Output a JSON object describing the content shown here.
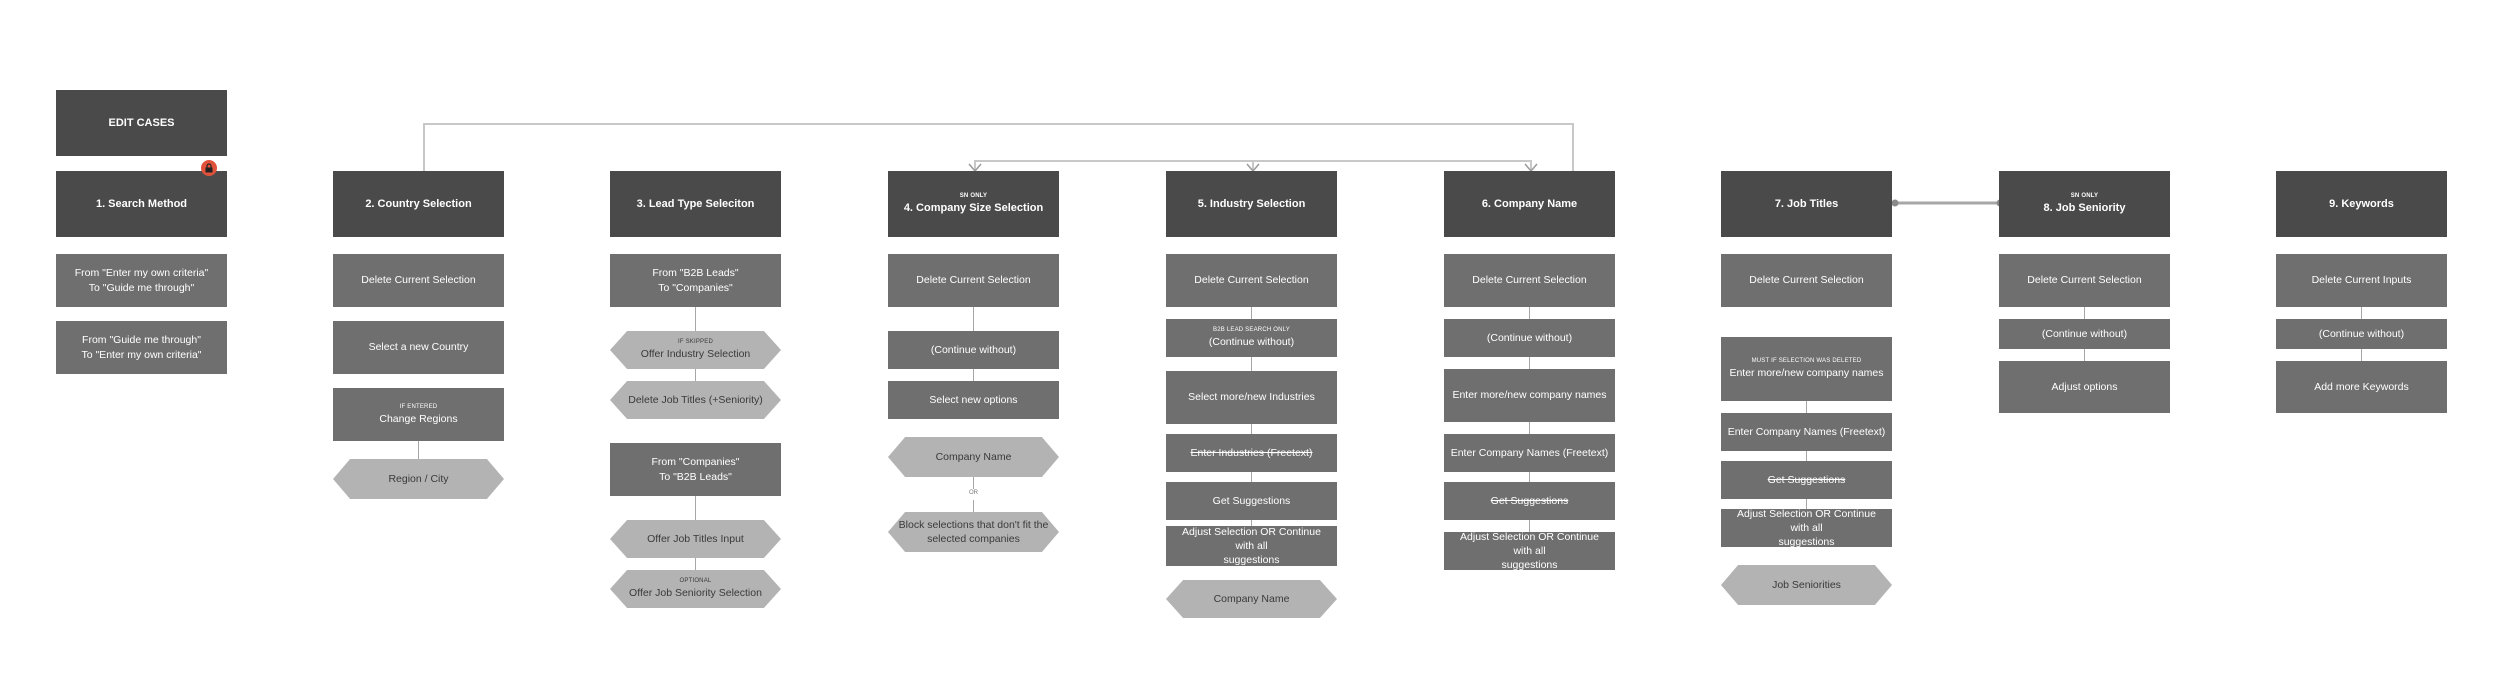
{
  "edit_cases": "EDIT CASES",
  "col1": {
    "title": "1. Search Method",
    "items": [
      "From \"Enter my own criteria\"\nTo \"Guide me through\"",
      "From \"Guide me through\"\nTo \"Enter my own criteria\""
    ]
  },
  "col2": {
    "title": "2. Country Selection",
    "items": [
      "Delete Current Selection",
      "Select a new Country",
      "Change Regions",
      "Region / City"
    ],
    "change_regions_tag": "IF ENTERED"
  },
  "col3": {
    "title": "3. Lead Type Seleciton",
    "items": [
      "From \"B2B Leads\"\nTo \"Companies\"",
      "Offer Industry Selection",
      "Delete Job Titles (+Seniority)",
      "From \"Companies\"\nTo \"B2B Leads\"",
      "Offer Job Titles Input",
      "Offer Job Seniority Selection"
    ],
    "industry_tag": "IF SKIPPED",
    "seniority_tag": "OPTIONAL"
  },
  "col4": {
    "title_tag": "SN ONLY",
    "title": "4. Company Size Selection",
    "items": [
      "Delete Current Selection",
      "(Continue without)",
      "Select new options",
      "Company Name",
      "Block selections that don't fit the\nselected companies"
    ],
    "or_label": "OR"
  },
  "col5": {
    "title": "5. Industry Selection",
    "items": [
      "Delete Current Selection",
      "(Continue without)",
      "Select more/new Industries",
      "Enter Industries (Freetext)",
      "Get Suggestions",
      "Adjust Selection OR Continue with all\nsuggestions",
      "Company Name"
    ],
    "continue_tag": "B2B LEAD SEARCH ONLY"
  },
  "col6": {
    "title": "6. Company Name",
    "items": [
      "Delete Current Selection",
      "(Continue without)",
      "Enter more/new company names",
      "Enter Company Names (Freetext)",
      "Get Suggestions",
      "Adjust Selection OR Continue with all\nsuggestions"
    ]
  },
  "col7": {
    "title": "7. Job Titles",
    "items": [
      "Delete Current Selection",
      "Enter more/new company names",
      "Enter Company Names (Freetext)",
      "Get Suggestions",
      "Adjust Selection OR Continue with all\nsuggestions",
      "Job Seniorities"
    ],
    "enter_tag": "MUST IF SELECTION WAS DELETED"
  },
  "col8": {
    "title_tag": "SN ONLY",
    "title": "8. Job Seniority",
    "items": [
      "Delete Current Selection",
      "(Continue without)",
      "Adjust options"
    ]
  },
  "col9": {
    "title": "9. Keywords",
    "items": [
      "Delete Current Inputs",
      "(Continue without)",
      "Add more Keywords"
    ]
  },
  "colors": {
    "header": "#4a4a4a",
    "action": "#6f6f6f",
    "hex": "#b3b3b3",
    "connector": "#c8c8c8",
    "lock": "#e0523c"
  },
  "icons": {
    "lock": "lock-icon"
  }
}
